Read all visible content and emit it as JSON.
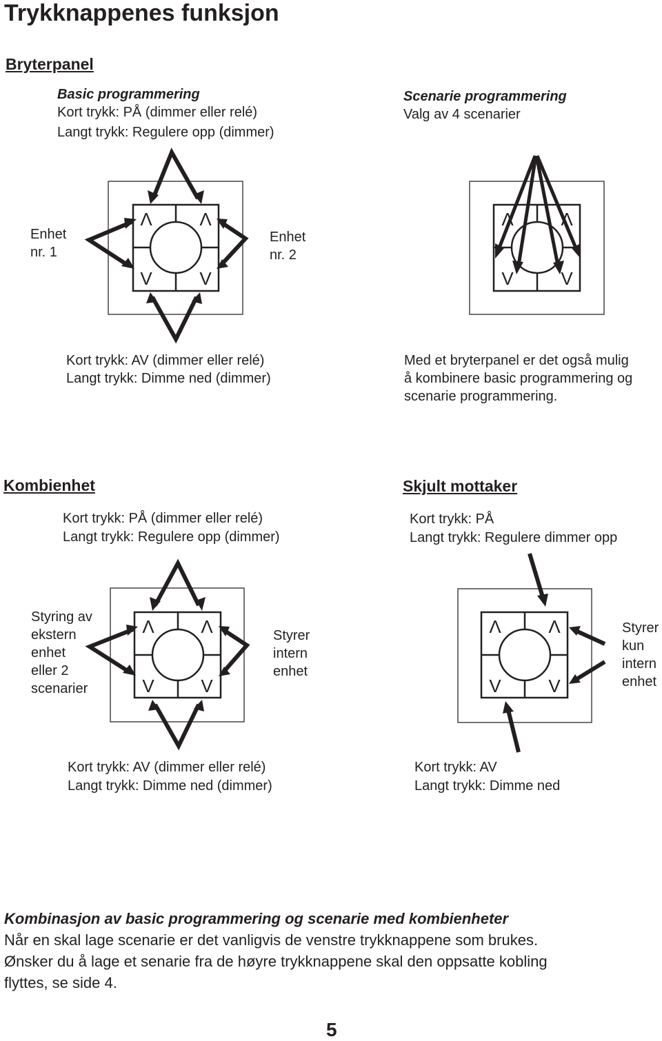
{
  "title": "Trykknappenes funksjon",
  "bryterpanel": {
    "heading": "Bryterpanel",
    "basic": {
      "title": "Basic programmering",
      "line1": "Kort trykk: PÅ (dimmer eller relé)",
      "line2": "Langt trykk: Regulere opp (dimmer)"
    },
    "scenario": {
      "title": "Scenarie programmering",
      "line1": "Valg av 4 scenarier"
    },
    "unit1": [
      "Enhet",
      "nr. 1"
    ],
    "unit2": [
      "Enhet",
      "nr. 2"
    ],
    "bottom_left": {
      "line1": "Kort trykk: AV (dimmer eller relé)",
      "line2": "Langt trykk: Dimme ned (dimmer)"
    },
    "bottom_right": [
      "Med et bryterpanel er det også mulig",
      "å kombinere basic programmering og",
      "scenarie programmering."
    ]
  },
  "kombienhet": {
    "heading": "Kombienhet",
    "line1": "Kort trykk: PÅ (dimmer eller relé)",
    "line2": "Langt trykk: Regulere opp (dimmer)",
    "left_label": [
      "Styring av",
      "ekstern",
      "enhet",
      "eller 2",
      "scenarier"
    ],
    "right_label": [
      "Styrer",
      "intern",
      "enhet"
    ],
    "bottom1": "Kort trykk: AV (dimmer eller relé)",
    "bottom2": "Langt trykk: Dimme ned (dimmer)"
  },
  "skjult": {
    "heading": "Skjult mottaker",
    "line1": "Kort trykk: PÅ",
    "line2": "Langt trykk: Regulere dimmer opp",
    "right_label": [
      "Styrer",
      "kun",
      "intern",
      "enhet"
    ],
    "bottom1": "Kort trykk: AV",
    "bottom2": "Langt trykk: Dimme ned"
  },
  "footer": {
    "title": "Kombinasjon av basic programmering og scenarie med kombienheter",
    "lines": [
      "Når en skal lage scenarie er det vanligvis de venstre trykknappene som brukes.",
      "Ønsker du å lage et senarie fra de høyre trykknappene skal den oppsatte kobling",
      "flyttes, se side 4."
    ]
  },
  "key_glyphs": {
    "up": "Λ",
    "down": "V"
  },
  "page_number": "5"
}
